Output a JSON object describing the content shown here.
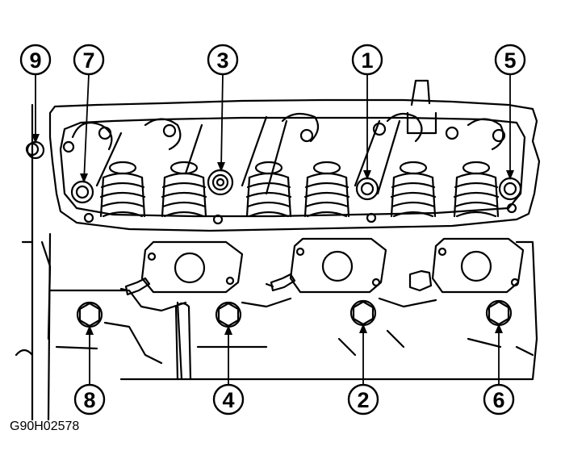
{
  "figure": {
    "id": "G90H02578",
    "stroke_color": "#000000",
    "background": "#ffffff"
  },
  "callouts": [
    {
      "label": "9",
      "target": "head-bolt-9"
    },
    {
      "label": "7",
      "target": "head-bolt-7"
    },
    {
      "label": "3",
      "target": "head-bolt-3"
    },
    {
      "label": "1",
      "target": "head-bolt-1"
    },
    {
      "label": "5",
      "target": "head-bolt-5"
    },
    {
      "label": "8",
      "target": "head-bolt-8"
    },
    {
      "label": "4",
      "target": "head-bolt-4"
    },
    {
      "label": "2",
      "target": "head-bolt-2"
    },
    {
      "label": "6",
      "target": "head-bolt-6"
    }
  ]
}
